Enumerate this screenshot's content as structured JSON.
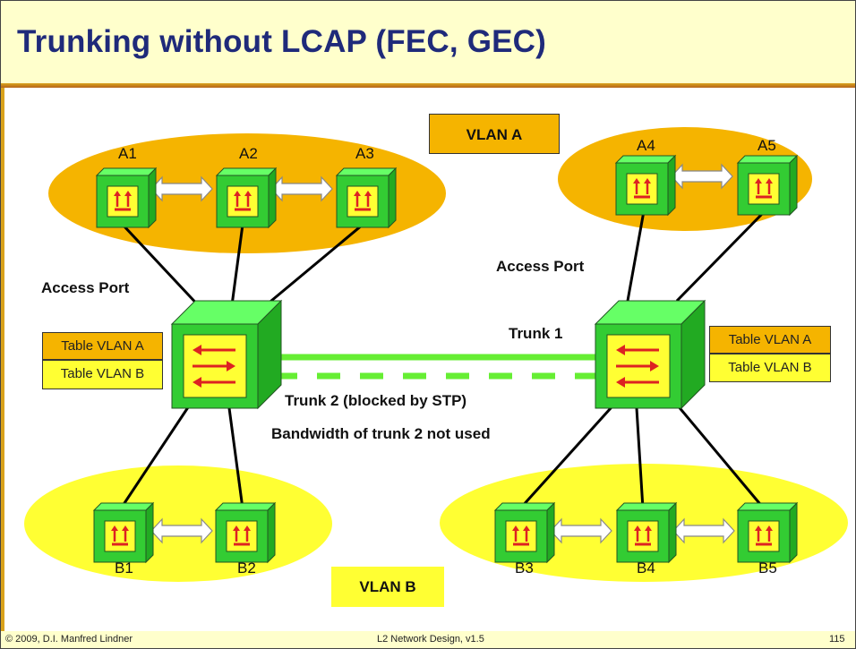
{
  "slide": {
    "title": "Trunking without LCAP (FEC, GEC)",
    "footer": {
      "copyright": "© 2009, D.I. Manfred Lindner",
      "course": "L2 Network Design, v1.5",
      "page": "115"
    }
  },
  "labels": {
    "vlan_a": "VLAN A",
    "vlan_b": "VLAN B",
    "access_port_left": "Access Port",
    "access_port_right": "Access Port",
    "trunk1": "Trunk 1",
    "trunk2": "Trunk 2 (blocked by STP)",
    "bandwidth_note": "Bandwidth of trunk 2 not used",
    "left_table_a": "Table VLAN A",
    "left_table_b": "Table VLAN B",
    "right_table_a": "Table VLAN A",
    "right_table_b": "Table VLAN B"
  },
  "hosts": {
    "a1": "A1",
    "a2": "A2",
    "a3": "A3",
    "a4": "A4",
    "a5": "A5",
    "b1": "B1",
    "b2": "B2",
    "b3": "B3",
    "b4": "B4",
    "b5": "B5"
  },
  "colors": {
    "vlan_a": "#f5b400",
    "vlan_b": "#ffff33",
    "device_green": "#33cc33",
    "trunk_green": "#66ee33",
    "title_blue": "#1f2a7a",
    "arrow_red": "#dd2222"
  },
  "icons": {
    "host": "host-station-icon",
    "switch": "switch-icon",
    "link": "bidirectional-link-arrow-icon"
  }
}
